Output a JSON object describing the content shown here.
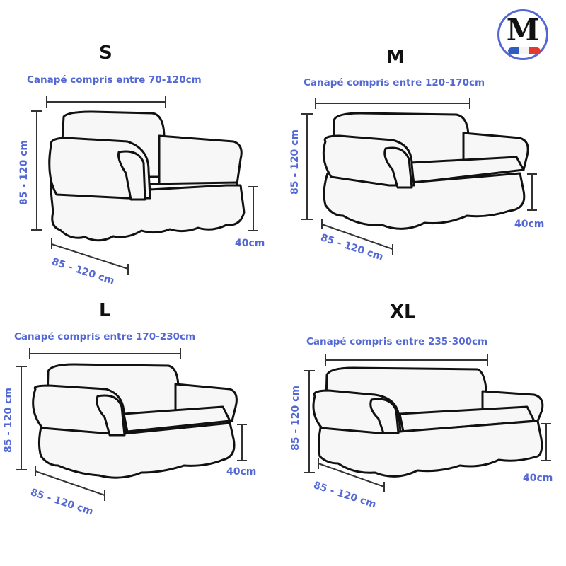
{
  "logo": {
    "letter": "M",
    "flag_colors": [
      "#2f5cc0",
      "#f4f4f4",
      "#e03b2e"
    ],
    "ring_color": "#5468d4"
  },
  "accent_color": "#5468d4",
  "sizes": [
    {
      "size": "S",
      "width_range": "Canapé compris entre 70-120cm",
      "height": "85 - 120 cm",
      "depth": "85 - 120 cm",
      "skirt_height": "40cm"
    },
    {
      "size": "M",
      "width_range": "Canapé compris entre 120-170cm",
      "height": "85 - 120 cm",
      "depth": "85 - 120 cm",
      "skirt_height": "40cm"
    },
    {
      "size": "L",
      "width_range": "Canapé compris entre 170-230cm",
      "height": "85 - 120 cm",
      "depth": "85 - 120 cm",
      "skirt_height": "40cm"
    },
    {
      "size": "XL",
      "width_range": "Canapé compris entre 235-300cm",
      "height": "85 - 120 cm",
      "depth": "85 - 120 cm",
      "skirt_height": "40cm"
    }
  ]
}
